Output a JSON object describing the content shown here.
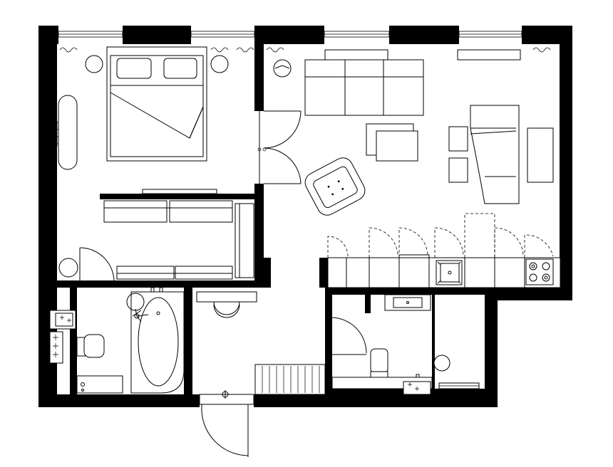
{
  "colors": {
    "wall": "#000000",
    "background": "#ffffff",
    "line": "#000000"
  },
  "rooms": [
    {
      "id": "bedroom"
    },
    {
      "id": "living-kitchen"
    },
    {
      "id": "bathroom"
    },
    {
      "id": "hallway"
    },
    {
      "id": "shower-room"
    },
    {
      "id": "utility-room"
    }
  ],
  "icons": [
    "bed-icon",
    "sofa-icon",
    "armchair-icon",
    "dining-table-icon",
    "bathtub-icon",
    "toilet-icon",
    "sink-icon",
    "stove-icon",
    "washing-machine-icon",
    "door-swing-icon",
    "window-icon",
    "radiator-icon"
  ]
}
